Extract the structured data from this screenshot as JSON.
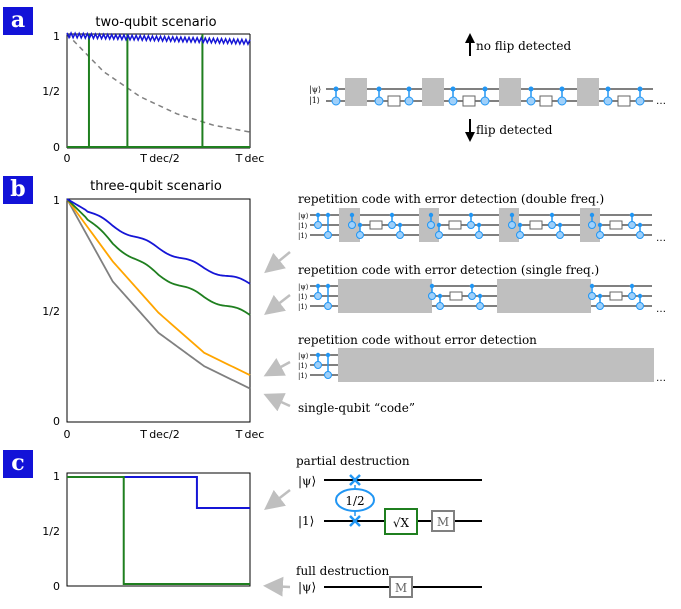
{
  "panels": {
    "a": {
      "badge": "a",
      "title": "two-qubit scenario",
      "no_flip": "no flip detected",
      "flip": "flip detected",
      "circuit_labels": [
        "|ψ⟩",
        "|1⟩"
      ]
    },
    "b": {
      "badge": "b",
      "title": "three-qubit scenario",
      "codes": [
        "repetition code with error detection (double freq.)",
        "repetition code with error detection (single freq.)",
        "repetition code without error detection",
        "single-qubit “code”"
      ],
      "circuit_labels": [
        "|ψ⟩",
        "|1⟩",
        "|1⟩"
      ]
    },
    "c": {
      "badge": "c",
      "partial": "partial destruction",
      "full": "full destruction",
      "psi": "|ψ⟩",
      "one": "|1⟩",
      "half": "1/2",
      "sqrtx": "√X",
      "m": "M"
    }
  },
  "colors": {
    "blue": "#1515d6",
    "green": "#1f7f1f",
    "orange": "#ffa500",
    "gray": "#808080",
    "gate_blue": "#2196f3",
    "box_gray": "#bfbfbf",
    "badge": "#1212d8"
  },
  "chart_data": [
    {
      "panel": "a",
      "type": "line",
      "title": "two-qubit scenario",
      "x_ticks": [
        "0",
        "T_dec/2",
        "T_dec"
      ],
      "y_ticks": [
        "0",
        "1/2",
        "1"
      ],
      "xlim": [
        0,
        1
      ],
      "ylim": [
        0,
        1
      ],
      "series": [
        {
          "color": "blue",
          "style": "sawtooth",
          "x": [
            0,
            1
          ],
          "y": [
            0.99,
            0.93
          ]
        },
        {
          "color": "gray",
          "style": "dashed",
          "x": [
            0,
            0.2,
            0.4,
            0.6,
            0.8,
            1.0
          ],
          "y": [
            1.0,
            0.67,
            0.45,
            0.3,
            0.2,
            0.14
          ]
        },
        {
          "color": "green",
          "style": "step",
          "drops_at": [
            0.12,
            0.33,
            0.74
          ]
        }
      ]
    },
    {
      "panel": "b",
      "type": "line",
      "title": "three-qubit scenario",
      "x_ticks": [
        "0",
        "T_dec/2",
        "T_dec"
      ],
      "y_ticks": [
        "0",
        "1/2",
        "1"
      ],
      "xlim": [
        0,
        1
      ],
      "ylim": [
        0,
        1
      ],
      "series": [
        {
          "color": "blue",
          "x": [
            0,
            0.25,
            0.5,
            0.75,
            1.0
          ],
          "y": [
            1.0,
            0.88,
            0.78,
            0.69,
            0.62
          ]
        },
        {
          "color": "green",
          "x": [
            0,
            0.25,
            0.5,
            0.75,
            1.0
          ],
          "y": [
            1.0,
            0.8,
            0.66,
            0.56,
            0.48
          ]
        },
        {
          "color": "orange",
          "x": [
            0,
            0.25,
            0.5,
            0.75,
            1.0
          ],
          "y": [
            1.0,
            0.72,
            0.49,
            0.31,
            0.21
          ]
        },
        {
          "color": "gray",
          "x": [
            0,
            0.25,
            0.5,
            0.75,
            1.0
          ],
          "y": [
            1.0,
            0.63,
            0.4,
            0.25,
            0.15
          ]
        }
      ]
    },
    {
      "panel": "c",
      "type": "line",
      "y_ticks": [
        "0",
        "1/2",
        "1"
      ],
      "xlim": [
        0,
        1
      ],
      "ylim": [
        0,
        1
      ],
      "series": [
        {
          "color": "blue",
          "style": "step",
          "x": [
            0,
            0.71,
            0.71,
            1.0
          ],
          "y": [
            1.0,
            1.0,
            0.71,
            0.71
          ]
        },
        {
          "color": "green",
          "style": "step",
          "x": [
            0,
            0.31,
            0.31,
            1.0
          ],
          "y": [
            1.0,
            1.0,
            0.0,
            0.0
          ]
        }
      ]
    }
  ]
}
